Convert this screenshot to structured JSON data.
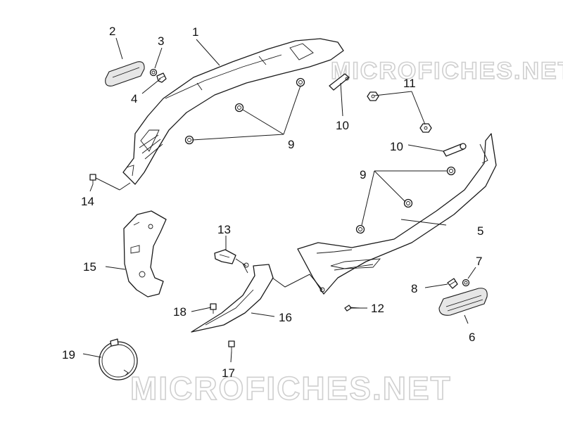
{
  "watermark": {
    "top": "MICROFICHES.NET",
    "bottom": "MICROFICHES.NET"
  },
  "callouts": {
    "c1": "1",
    "c2": "2",
    "c3": "3",
    "c4": "4",
    "c5": "5",
    "c6": "6",
    "c7": "7",
    "c8": "8",
    "c9a": "9",
    "c9b": "9",
    "c10a": "10",
    "c10b": "10",
    "c11": "11",
    "c12": "12",
    "c13": "13",
    "c14": "14",
    "c15": "15",
    "c16": "16",
    "c17": "17",
    "c18": "18",
    "c19": "19"
  },
  "colors": {
    "line": "#1a1a1a",
    "watermark": "#cfcfcf",
    "background": "#ffffff"
  }
}
